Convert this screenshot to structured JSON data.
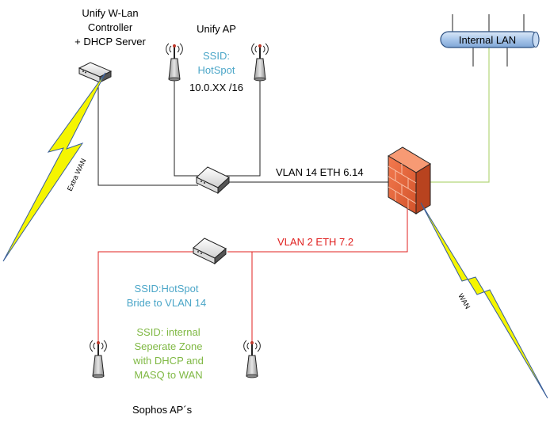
{
  "labels": {
    "controller": [
      "Unify W-Lan",
      "Controller",
      "+ DHCP Server"
    ],
    "unify_ap": "Unify AP",
    "ssid_hotspot": [
      "SSID:",
      "HotSpot"
    ],
    "subnet": "10.0.XX /16",
    "vlan14": "VLAN 14 ETH 6.14",
    "vlan2": "VLAN 2 ETH 7.2",
    "internal_lan": "Internal LAN",
    "extra_wan": "Extra WAN",
    "wan": "WAN",
    "sophos_ssid_hotspot": [
      "SSID:HotSpot",
      "Bride to VLAN 14"
    ],
    "sophos_ssid_internal": [
      "SSID: internal",
      "Seperate Zone",
      "with DHCP and",
      "MASQ to WAN"
    ],
    "sophos_aps": "Sophos AP´s"
  },
  "colors": {
    "black_line": "#222222",
    "red_line": "#e0201f",
    "green_line": "#b5d67a",
    "lightning": "#f5f500",
    "lightning_edge": "#3a5f9a",
    "firewall_brick": "#e8653a",
    "lan_bus": "#a8c6ea",
    "ssid_blue": "#4ba6c8",
    "ssid_green": "#7fb843"
  }
}
